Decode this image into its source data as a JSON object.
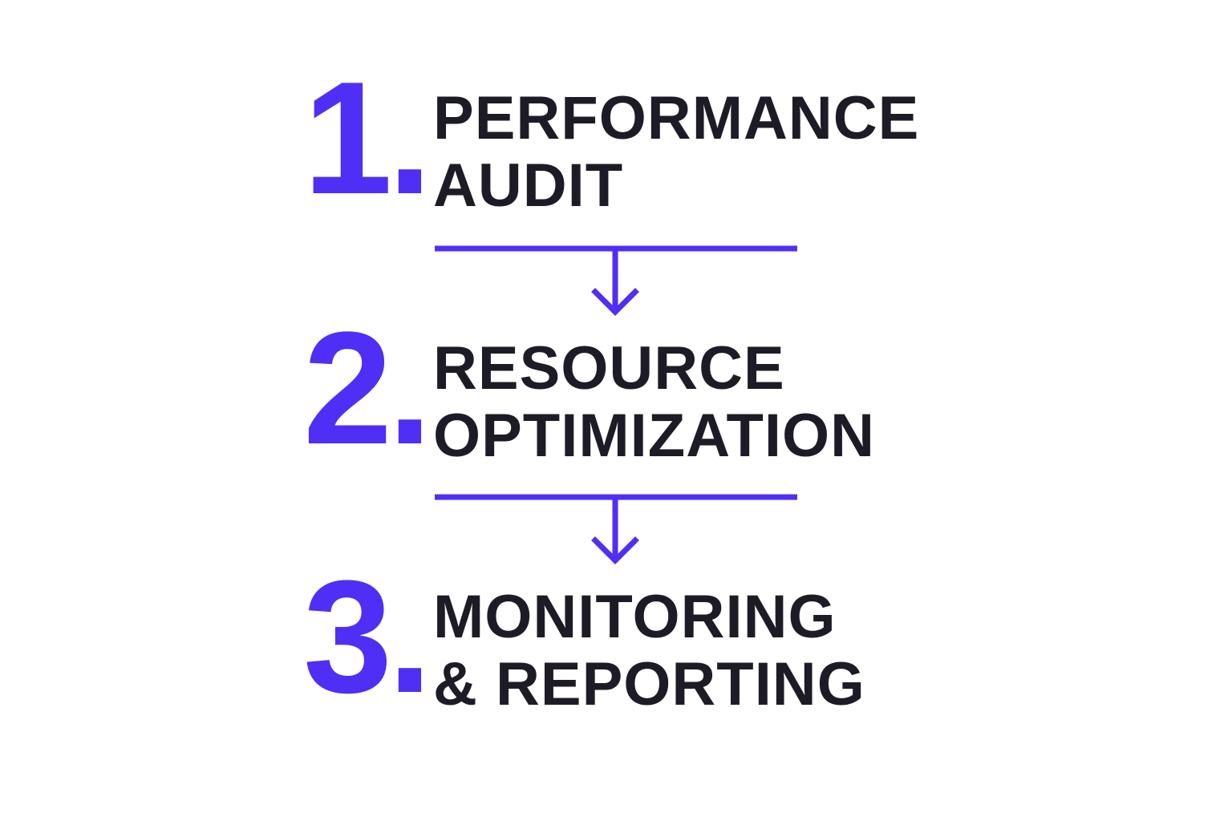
{
  "colors": {
    "accent": "#4f2ff5",
    "text": "#1d1c26",
    "background": "#ffffff"
  },
  "steps": [
    {
      "number": "1.",
      "lines": [
        "PERFORMANCE",
        "AUDIT"
      ]
    },
    {
      "number": "2.",
      "lines": [
        "RESOURCE",
        "OPTIMIZATION"
      ]
    },
    {
      "number": "3.",
      "lines": [
        "MONITORING",
        "& REPORTING"
      ]
    }
  ],
  "connectors": [
    {
      "from": "step-1",
      "to": "step-2",
      "icon": "down-arrow-icon"
    },
    {
      "from": "step-2",
      "to": "step-3",
      "icon": "down-arrow-icon"
    }
  ]
}
